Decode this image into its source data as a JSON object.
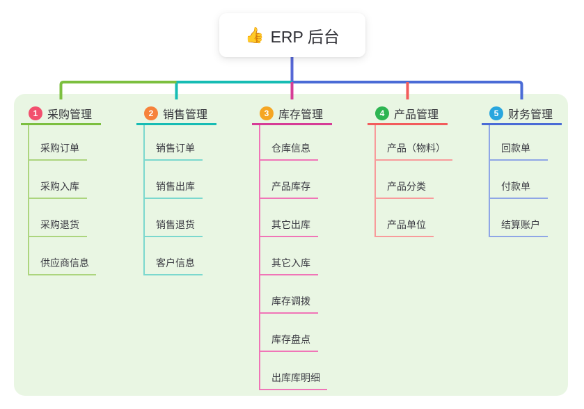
{
  "title": {
    "icon": "👍",
    "label": "ERP 后台"
  },
  "canvas": {
    "page_bg": "#ffffff",
    "panel_bg": "#e9f6e3",
    "trunk_color": "#5667d6"
  },
  "branches": [
    {
      "badge": "1",
      "badge_color": "#f2506e",
      "label": "采购管理",
      "line_color": "#7cbf3f",
      "sub_line_color": "#acd57e",
      "items": [
        "采购订单",
        "采购入库",
        "采购退货",
        "供应商信息"
      ]
    },
    {
      "badge": "2",
      "badge_color": "#f6823b",
      "label": "销售管理",
      "line_color": "#17bcb4",
      "sub_line_color": "#7bd8ce",
      "items": [
        "销售订单",
        "销售出库",
        "销售退货",
        "客户信息"
      ]
    },
    {
      "badge": "3",
      "badge_color": "#f5a623",
      "label": "库存管理",
      "line_color": "#d63c96",
      "sub_line_color": "#f075b7",
      "items": [
        "仓库信息",
        "产品库存",
        "其它出库",
        "其它入库",
        "库存调拨",
        "库存盘点",
        "出库库明细"
      ]
    },
    {
      "badge": "4",
      "badge_color": "#2eb552",
      "label": "产品管理",
      "line_color": "#f25c5c",
      "sub_line_color": "#f89b9b",
      "items": [
        "产品（物料）",
        "产品分类",
        "产品单位"
      ]
    },
    {
      "badge": "5",
      "badge_color": "#29a6de",
      "label": "财务管理",
      "line_color": "#4a6bd6",
      "sub_line_color": "#8fa6e6",
      "items": [
        "回款单",
        "付款单",
        "结算账户"
      ]
    }
  ]
}
